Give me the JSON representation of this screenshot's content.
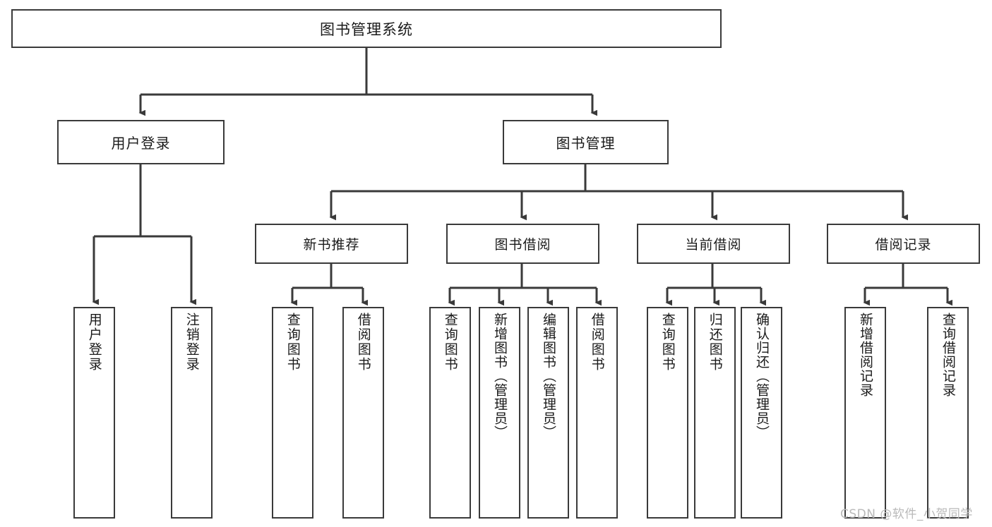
{
  "diagram": {
    "type": "tree-hierarchy-chart",
    "title": "图书管理系统",
    "stroke_color": "#3a3a3a",
    "background_color": "#ffffff",
    "text_color": "#1a1a1a"
  },
  "root": {
    "label": "图书管理系统"
  },
  "level2": [
    {
      "label": "用户登录"
    },
    {
      "label": "图书管理"
    }
  ],
  "level3": [
    {
      "label": "新书推荐"
    },
    {
      "label": "图书借阅"
    },
    {
      "label": "当前借阅"
    },
    {
      "label": "借阅记录"
    }
  ],
  "leaves": {
    "user_login": [
      {
        "label": "用户登录"
      },
      {
        "label": "注销登录"
      }
    ],
    "new_book_recommend": [
      {
        "label": "查询图书"
      },
      {
        "label": "借阅图书"
      }
    ],
    "book_borrow": [
      {
        "label": "查询图书"
      },
      {
        "label": "新增图书（管理员）"
      },
      {
        "label": "编辑图书（管理员）"
      },
      {
        "label": "借阅图书"
      }
    ],
    "current_borrow": [
      {
        "label": "查询图书"
      },
      {
        "label": "归还图书"
      },
      {
        "label": "确认归还（管理员）"
      }
    ],
    "borrow_records": [
      {
        "label": "新增借阅记录"
      },
      {
        "label": "查询借阅记录"
      }
    ]
  },
  "watermark": {
    "text": "CSDN @软件_小贺同学"
  }
}
